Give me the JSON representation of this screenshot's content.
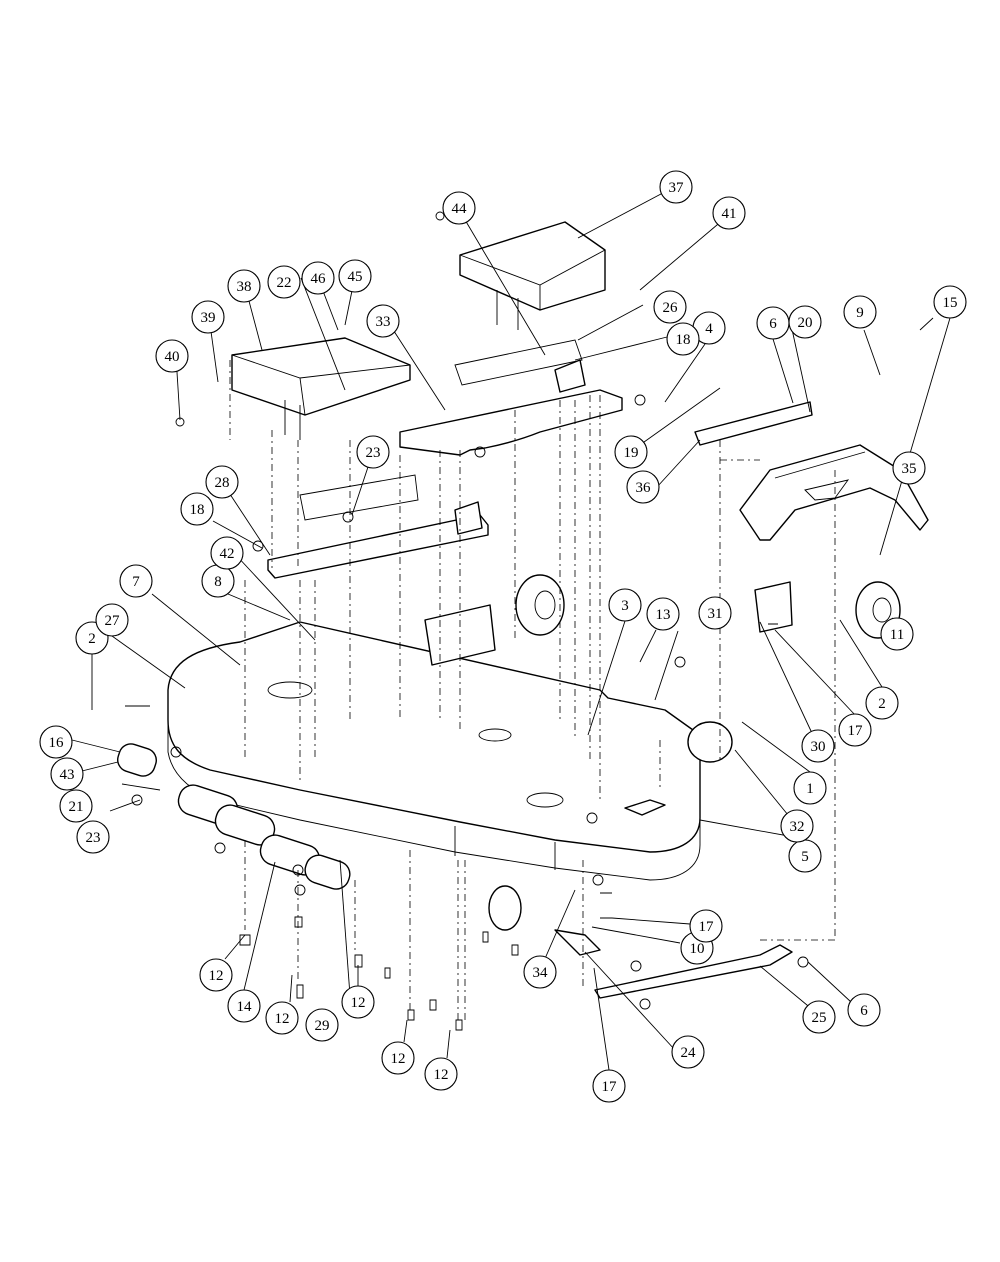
{
  "callouts": [
    {
      "id": "c1",
      "label": "1"
    },
    {
      "id": "c2a",
      "label": "2"
    },
    {
      "id": "c2b",
      "label": "2"
    },
    {
      "id": "c3",
      "label": "3"
    },
    {
      "id": "c4",
      "label": "4"
    },
    {
      "id": "c5",
      "label": "5"
    },
    {
      "id": "c6a",
      "label": "6"
    },
    {
      "id": "c6b",
      "label": "6"
    },
    {
      "id": "c7",
      "label": "7"
    },
    {
      "id": "c8",
      "label": "8"
    },
    {
      "id": "c9",
      "label": "9"
    },
    {
      "id": "c10",
      "label": "10"
    },
    {
      "id": "c11",
      "label": "11"
    },
    {
      "id": "c12a",
      "label": "12"
    },
    {
      "id": "c12b",
      "label": "12"
    },
    {
      "id": "c12c",
      "label": "12"
    },
    {
      "id": "c12d",
      "label": "12"
    },
    {
      "id": "c12e",
      "label": "12"
    },
    {
      "id": "c13",
      "label": "13"
    },
    {
      "id": "c14",
      "label": "14"
    },
    {
      "id": "c15",
      "label": "15"
    },
    {
      "id": "c16",
      "label": "16"
    },
    {
      "id": "c17a",
      "label": "17"
    },
    {
      "id": "c17b",
      "label": "17"
    },
    {
      "id": "c17c",
      "label": "17"
    },
    {
      "id": "c18a",
      "label": "18"
    },
    {
      "id": "c18b",
      "label": "18"
    },
    {
      "id": "c19",
      "label": "19"
    },
    {
      "id": "c20",
      "label": "20"
    },
    {
      "id": "c21",
      "label": "21"
    },
    {
      "id": "c22",
      "label": "22"
    },
    {
      "id": "c23a",
      "label": "23"
    },
    {
      "id": "c23b",
      "label": "23"
    },
    {
      "id": "c24",
      "label": "24"
    },
    {
      "id": "c25",
      "label": "25"
    },
    {
      "id": "c26",
      "label": "26"
    },
    {
      "id": "c27",
      "label": "27"
    },
    {
      "id": "c28",
      "label": "28"
    },
    {
      "id": "c29",
      "label": "29"
    },
    {
      "id": "c30",
      "label": "30"
    },
    {
      "id": "c31",
      "label": "31"
    },
    {
      "id": "c32",
      "label": "32"
    },
    {
      "id": "c33",
      "label": "33"
    },
    {
      "id": "c34",
      "label": "34"
    },
    {
      "id": "c35",
      "label": "35"
    },
    {
      "id": "c36",
      "label": "36"
    },
    {
      "id": "c37",
      "label": "37"
    },
    {
      "id": "c38",
      "label": "38"
    },
    {
      "id": "c39",
      "label": "39"
    },
    {
      "id": "c40",
      "label": "40"
    },
    {
      "id": "c41",
      "label": "41"
    },
    {
      "id": "c42",
      "label": "42"
    },
    {
      "id": "c43",
      "label": "43"
    },
    {
      "id": "c44",
      "label": "44"
    },
    {
      "id": "c45",
      "label": "45"
    },
    {
      "id": "c46",
      "label": "46"
    }
  ]
}
